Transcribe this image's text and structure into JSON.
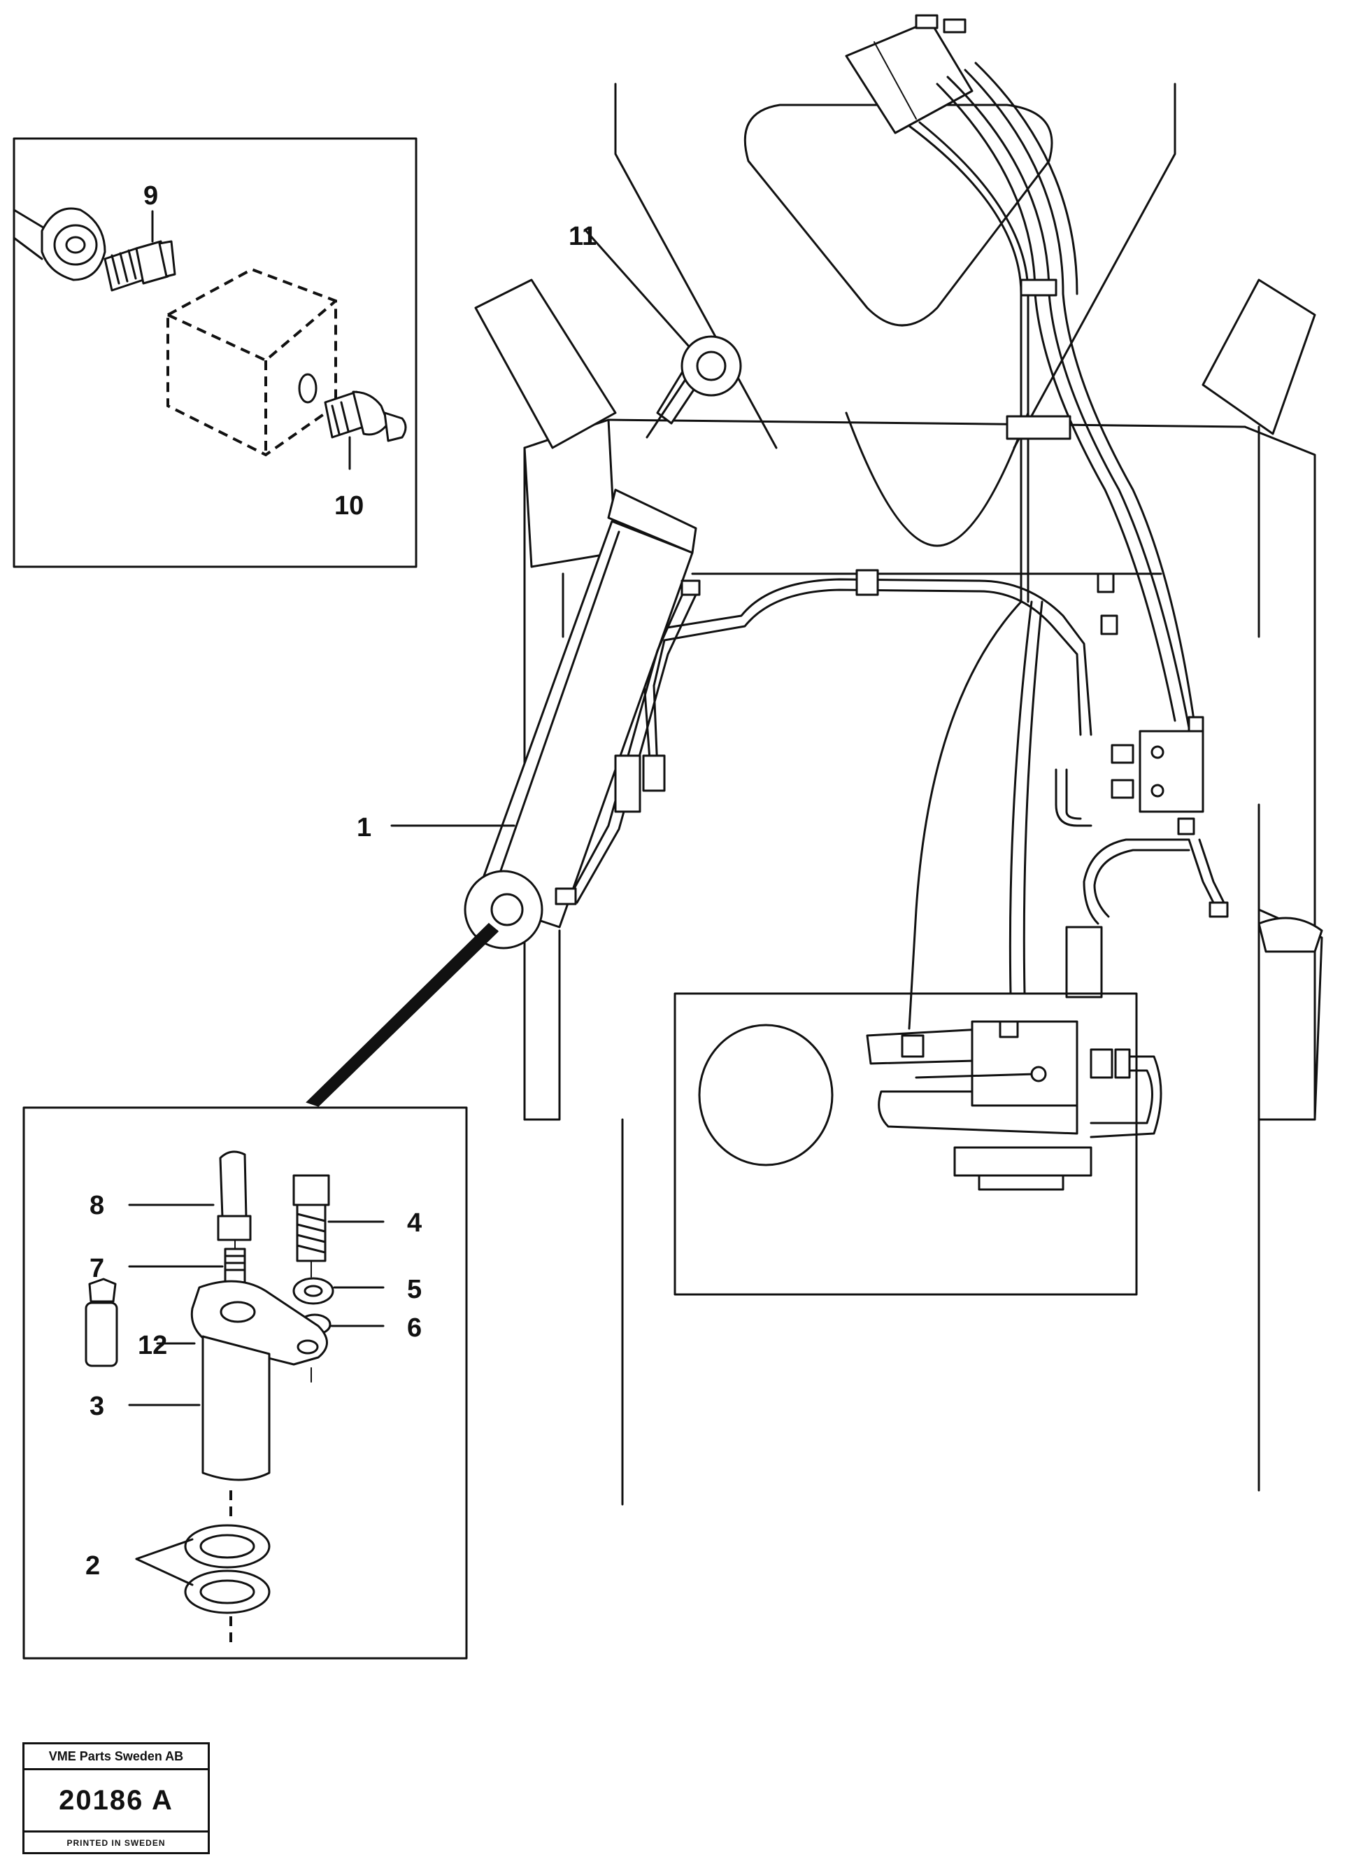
{
  "callouts": {
    "c1": "1",
    "c2": "2",
    "c3": "3",
    "c4": "4",
    "c5": "5",
    "c6": "6",
    "c7": "7",
    "c8": "8",
    "c9": "9",
    "c10": "10",
    "c11": "11",
    "c12": "12"
  },
  "stamp": {
    "company": "VME Parts Sweden AB",
    "number": "20186 A",
    "printed": "PRINTED IN SWEDEN"
  }
}
